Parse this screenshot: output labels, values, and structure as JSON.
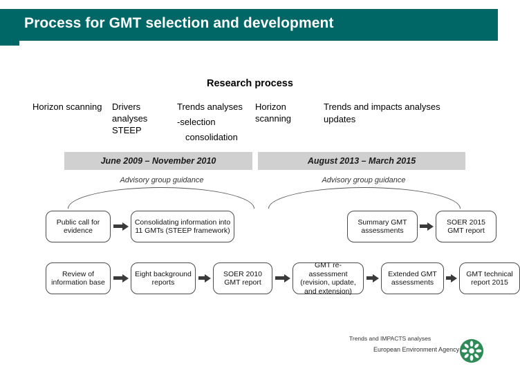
{
  "slide": {
    "title": "Process for GMT selection and development",
    "accent_color": "#006666"
  },
  "research": {
    "heading": "Research process",
    "columns": [
      {
        "label": "Horizon scanning",
        "sub": ""
      },
      {
        "label": "Drivers analyses STEEP",
        "sub": ""
      },
      {
        "label": "Trends analyses",
        "sub": "-selection",
        "sub2": "consolidation"
      },
      {
        "label": "Horizon scanning",
        "sub": ""
      },
      {
        "label": "Trends and impacts analyses",
        "sub": "updates"
      }
    ]
  },
  "diagram": {
    "bands": [
      {
        "text": "June 2009 – November 2010"
      },
      {
        "text": "August 2013 – March 2015"
      }
    ],
    "advisory_labels": [
      "Advisory group guidance",
      "Advisory group guidance"
    ],
    "nodes": [
      {
        "id": "public-call",
        "text": "Public call for evidence"
      },
      {
        "id": "consolidating-info",
        "text": "Consolidating information into 11 GMTs (STEEP framework)"
      },
      {
        "id": "review-info-base",
        "text": "Review of information base"
      },
      {
        "id": "eight-background-reports",
        "text": "Eight background reports"
      },
      {
        "id": "soer-2010-gmt-report",
        "text": "SOER 2010 GMT report"
      },
      {
        "id": "summary-gmt-assessments",
        "text": "Summary GMT assessments"
      },
      {
        "id": "soer-2015-gmt-report",
        "text": "SOER 2015 GMT report"
      },
      {
        "id": "gmt-re-assessment",
        "text": "GMT re-assessment (revision, update, and extension)"
      },
      {
        "id": "extended-gmt-assessments",
        "text": "Extended GMT assessments"
      },
      {
        "id": "gmt-technical-report-2015",
        "text": "GMT technical report 2015"
      }
    ]
  },
  "footer": {
    "note": "Trends and IMPACTS analyses",
    "brand": "European Environment Agency"
  }
}
